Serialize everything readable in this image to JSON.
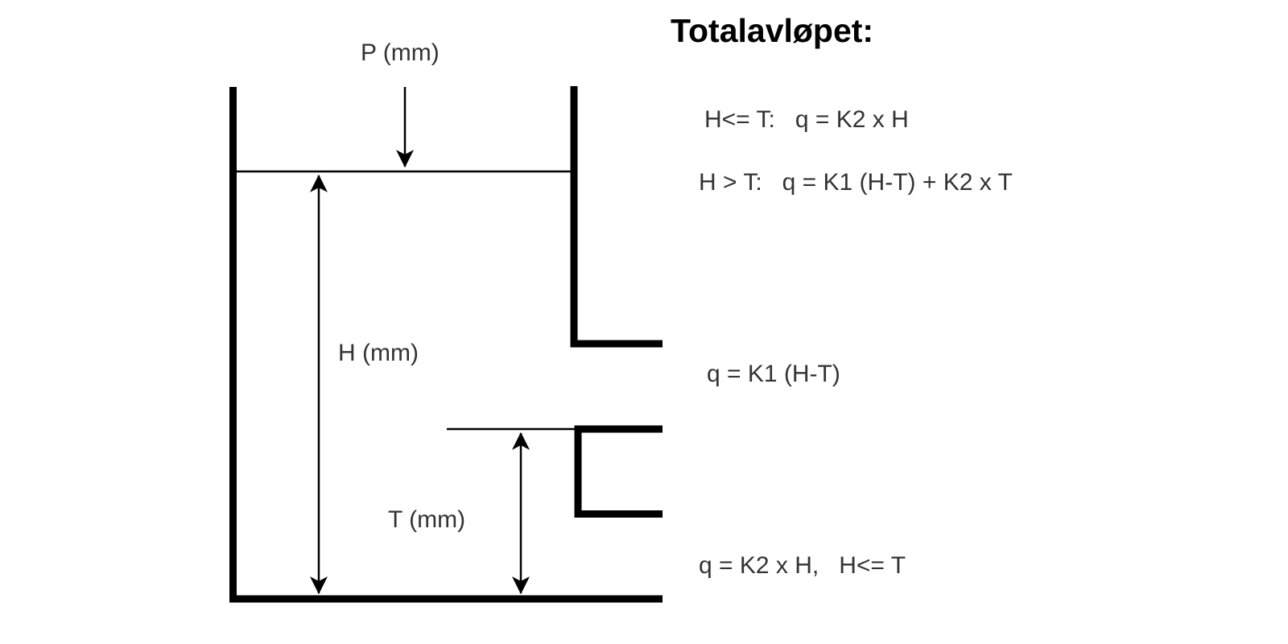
{
  "diagram": {
    "title": "Totalavløpet:",
    "equations": {
      "case_below_threshold": "H<= T:   q = K2 x H",
      "case_above_threshold": "H > T:   q = K1 (H-T) + K2 x T",
      "upper_outlet": "q = K1 (H-T)",
      "lower_outlet": "q = K2 x H,   H<= T"
    },
    "labels": {
      "precipitation": "P (mm)",
      "water_level": "H (mm)",
      "threshold": "T (mm)"
    },
    "colors": {
      "line": "#000000",
      "text": "#333333",
      "title": "#000000",
      "background": "#ffffff"
    }
  }
}
